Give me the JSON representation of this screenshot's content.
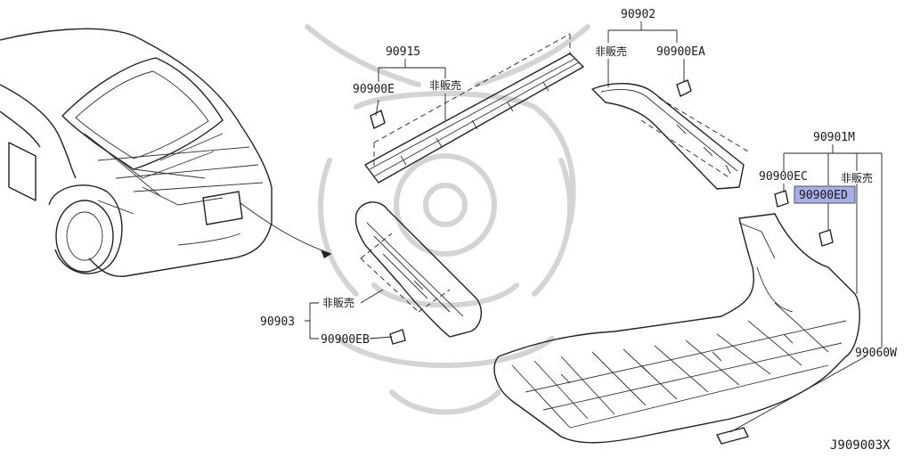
{
  "diagram_code": "J909003X",
  "labels": {
    "p90902": "90902",
    "p90915": "90915",
    "p90900E": "90900E",
    "nsale_90915": "非販売",
    "nsale_90902": "非販売",
    "p90900EA": "90900EA",
    "p90901M": "90901M",
    "p90900EC": "90900EC",
    "p90900ED": "90900ED",
    "nsale_90901M": "非販売",
    "p90903": "90903",
    "nsale_90903": "非販売",
    "p90900EB": "90900EB",
    "p99060W": "99060W"
  },
  "highlight_color": "#a9aee8"
}
